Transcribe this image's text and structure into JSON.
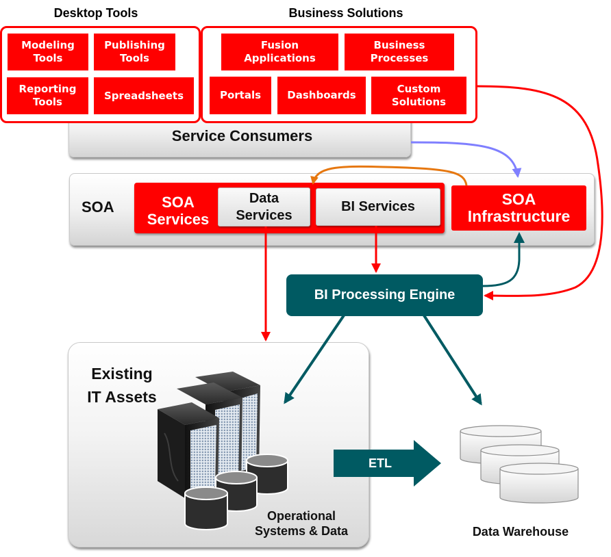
{
  "colors": {
    "red": "#ff0000",
    "teal": "#005a62",
    "purple_arrow": "#7f7fff",
    "orange_arrow": "#e6770f",
    "panel_gray": "#d9d9d9"
  },
  "desktop_tools": {
    "title": "Desktop Tools",
    "items": [
      "Modeling\nTools",
      "Publishing\nTools",
      "Reporting\nTools",
      "Spreadsheets"
    ]
  },
  "business_solutions": {
    "title": "Business Solutions",
    "items": [
      "Fusion\nApplications",
      "Business\nProcesses",
      "Portals",
      "Dashboards",
      "Custom\nSolutions"
    ]
  },
  "service_consumers": {
    "label": "Service Consumers"
  },
  "soa": {
    "label": "SOA",
    "soa_services": "SOA\nServices",
    "data_services": "Data\nServices",
    "bi_services": "BI Services",
    "soa_infrastructure": "SOA\nInfrastructure"
  },
  "bi_engine": {
    "label": "BI Processing Engine"
  },
  "existing_assets": {
    "title": "Existing\nIT Assets",
    "caption": "Operational\nSystems & Data"
  },
  "etl": {
    "label": "ETL"
  },
  "data_warehouse": {
    "label": "Data Warehouse"
  }
}
